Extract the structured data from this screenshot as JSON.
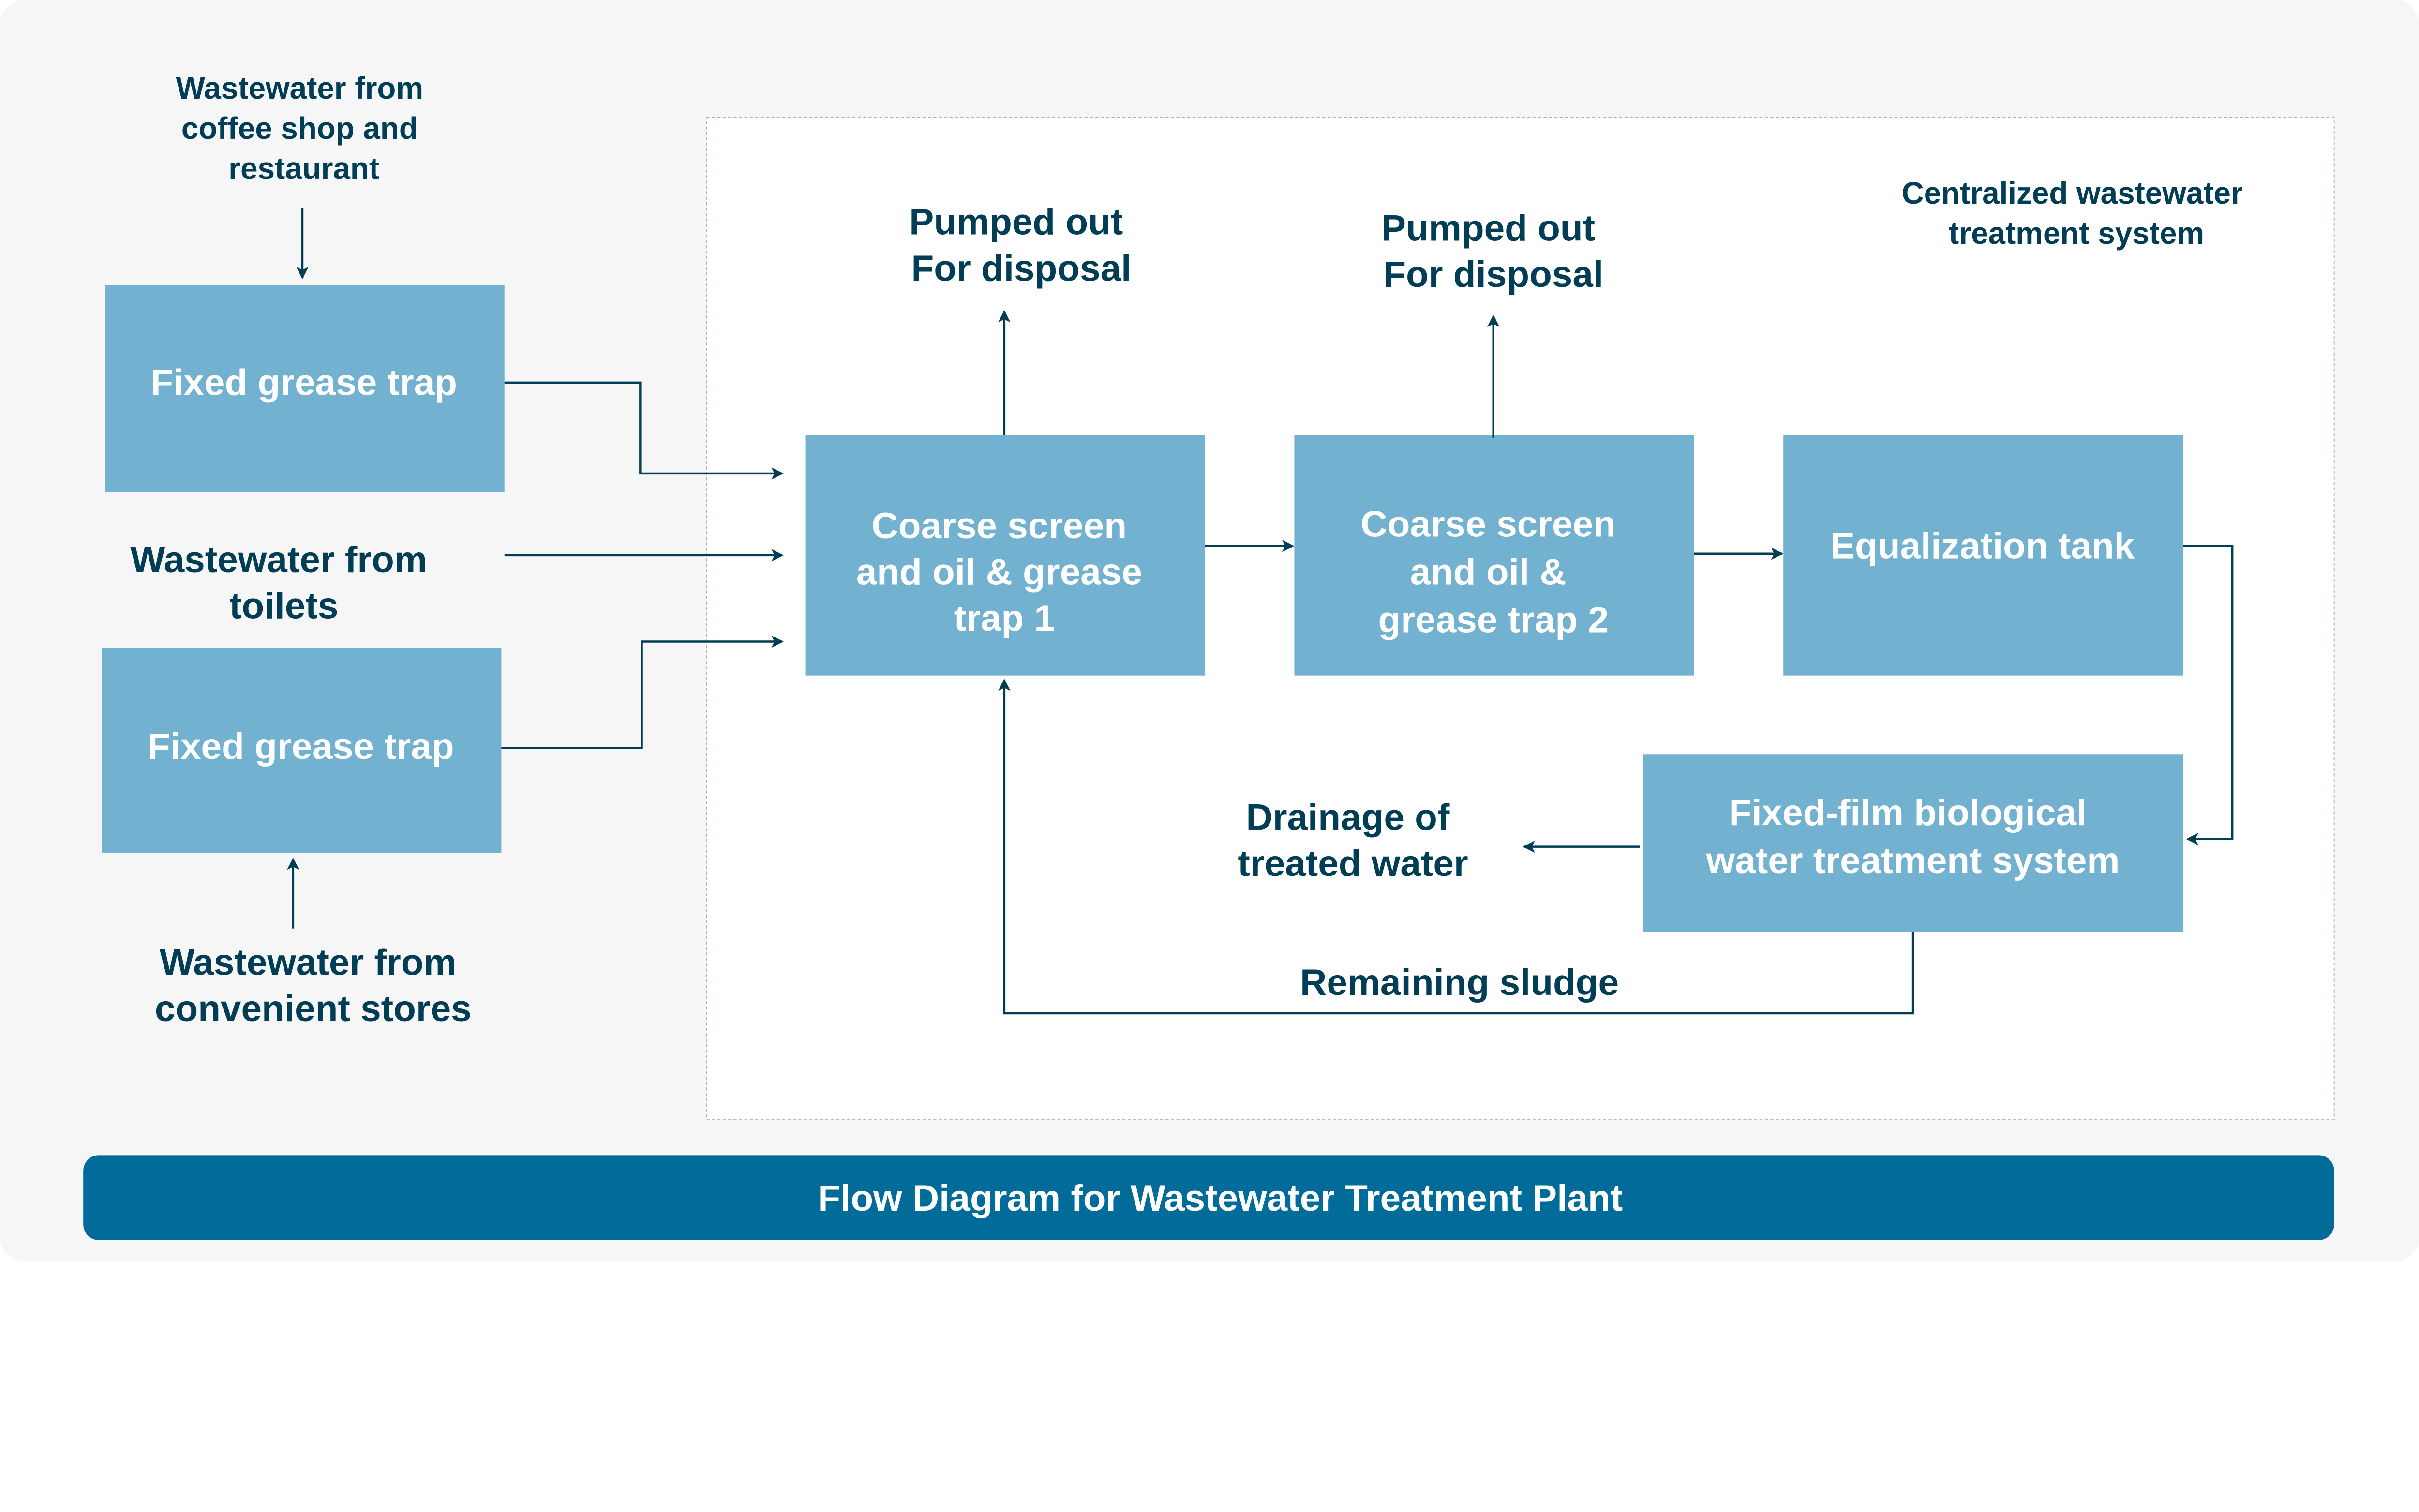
{
  "title": "Flow Diagram for Wastewater Treatment Plant",
  "colors": {
    "box": "#72b1d0",
    "text": "#013e56",
    "title_bar": "#016c9a",
    "background": "#f6f6f6"
  },
  "system_label": [
    "Centralized wastewater",
    "treatment system"
  ],
  "sources": {
    "coffee": [
      "Wastewater from",
      "coffee shop and",
      "restaurant"
    ],
    "toilets": [
      "Wastewater from",
      "toilets"
    ],
    "stores": [
      "Wastewater from",
      "convenient stores"
    ]
  },
  "boxes": {
    "grease_trap_1": [
      "Fixed grease trap"
    ],
    "grease_trap_2": [
      "Fixed grease trap"
    ],
    "coarse_1": [
      "Coarse screen",
      "and oil & grease",
      "trap 1"
    ],
    "coarse_2": [
      "Coarse screen",
      "and oil &",
      "grease trap 2"
    ],
    "equalization": [
      "Equalization tank"
    ],
    "biological": [
      "Fixed-film biological",
      "water treatment system"
    ]
  },
  "outputs": {
    "pumped_1": [
      "Pumped out",
      "For disposal"
    ],
    "pumped_2": [
      "Pumped out",
      "For disposal"
    ],
    "drainage": [
      "Drainage of",
      "treated water"
    ],
    "sludge": "Remaining sludge"
  }
}
